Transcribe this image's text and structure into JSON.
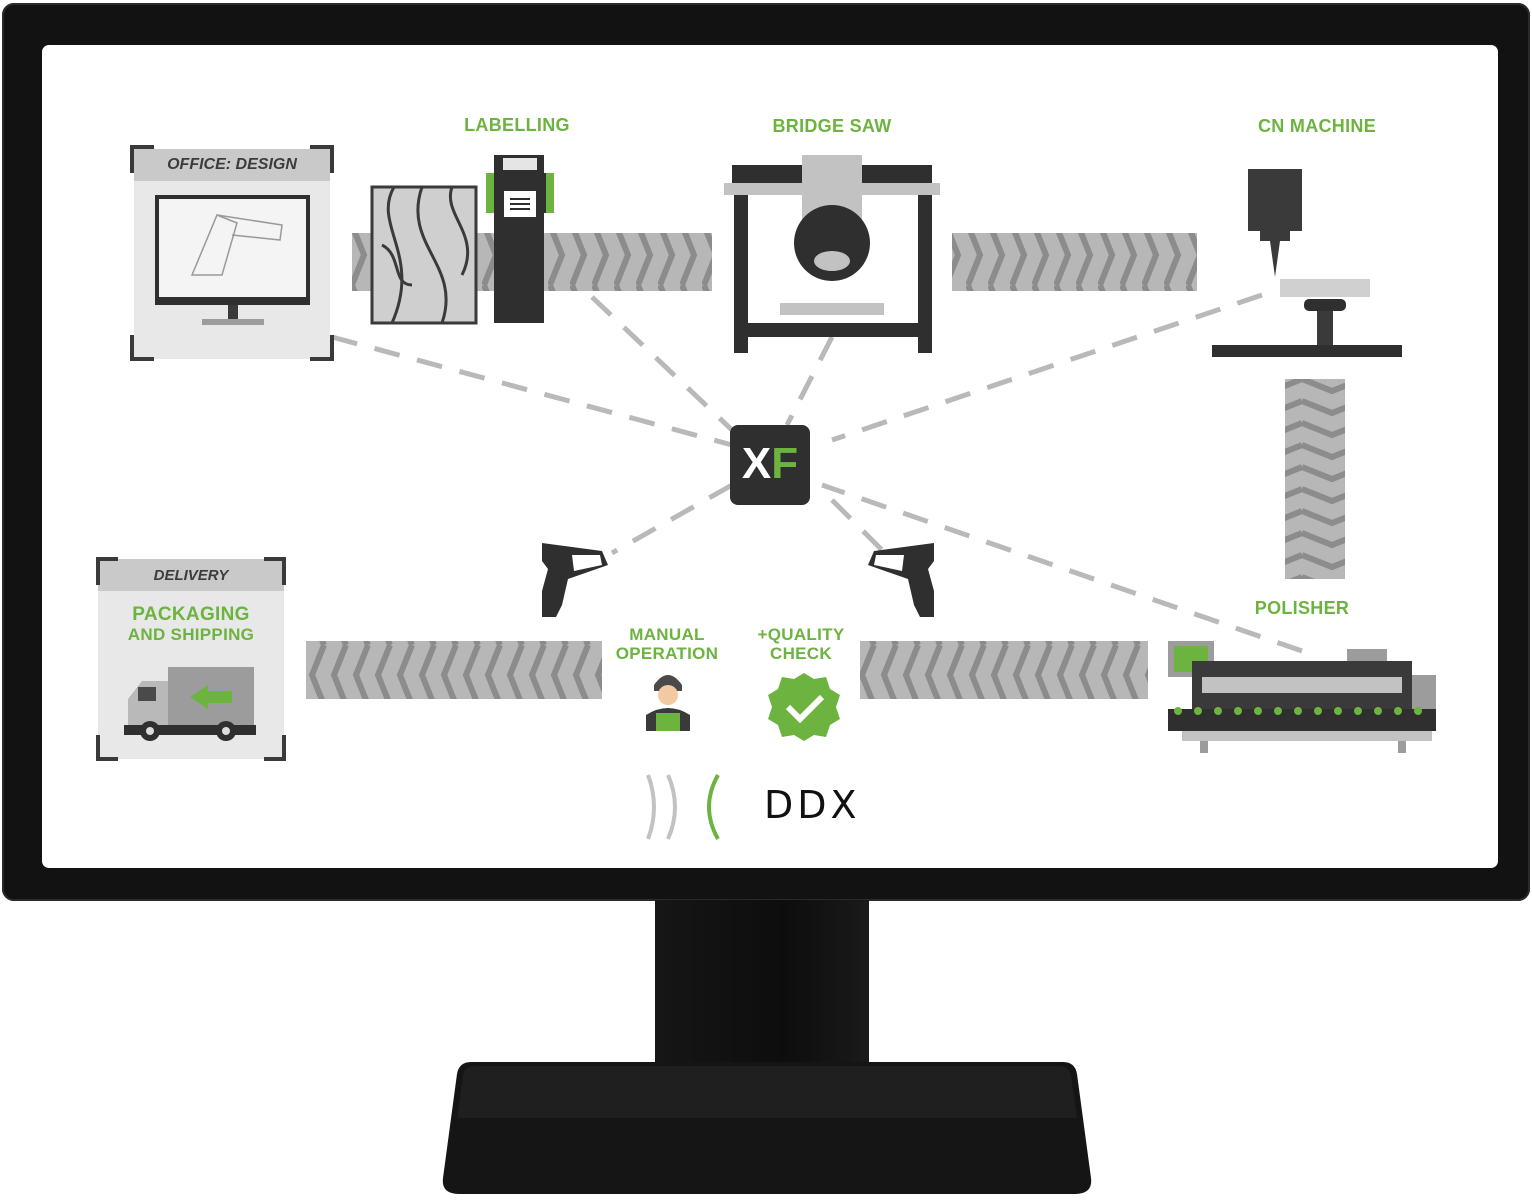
{
  "labels": {
    "office": "OFFICE: DESIGN",
    "labelling": "LABELLING",
    "bridge_saw": "BRIDGE SAW",
    "cn_machine": "CN MACHINE",
    "polisher": "POLISHER",
    "delivery": "DELIVERY",
    "packaging_line1": "PACKAGING",
    "packaging_line2": "AND SHIPPING",
    "manual_line1": "MANUAL",
    "manual_line2": "OPERATION",
    "quality_line1": "+QUALITY",
    "quality_line2": "CHECK",
    "hub_x": "X",
    "hub_f": "F",
    "brand": "DDX"
  },
  "colors": {
    "accent_green": "#6db33f",
    "dark_gray": "#3a3a3a",
    "mid_gray": "#9c9c9c",
    "light_gray": "#d6d6d6",
    "bezel": "#121212"
  }
}
